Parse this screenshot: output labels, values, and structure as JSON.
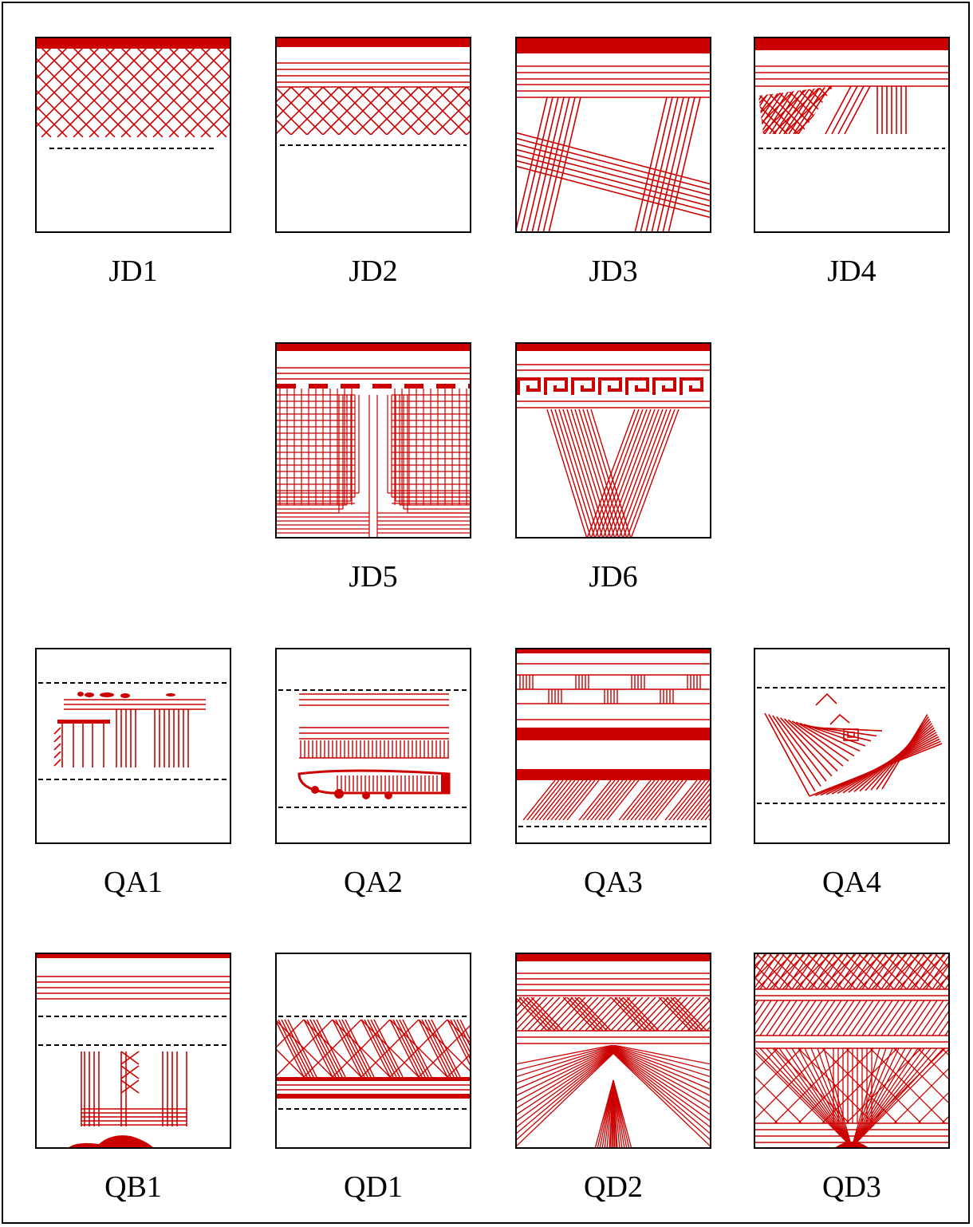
{
  "colors": {
    "pattern": "#cc0000",
    "frame": "#000000",
    "background": "#ffffff"
  },
  "panels": [
    {
      "id": "JD1",
      "label": "JD1"
    },
    {
      "id": "JD2",
      "label": "JD2"
    },
    {
      "id": "JD3",
      "label": "JD3"
    },
    {
      "id": "JD4",
      "label": "JD4"
    },
    {
      "id": "JD5",
      "label": "JD5"
    },
    {
      "id": "JD6",
      "label": "JD6"
    },
    {
      "id": "QA1",
      "label": "QA1"
    },
    {
      "id": "QA2",
      "label": "QA2"
    },
    {
      "id": "QA3",
      "label": "QA3"
    },
    {
      "id": "QA4",
      "label": "QA4"
    },
    {
      "id": "QB1",
      "label": "QB1"
    },
    {
      "id": "QD1",
      "label": "QD1"
    },
    {
      "id": "QD2",
      "label": "QD2"
    },
    {
      "id": "QD3",
      "label": "QD3"
    }
  ]
}
